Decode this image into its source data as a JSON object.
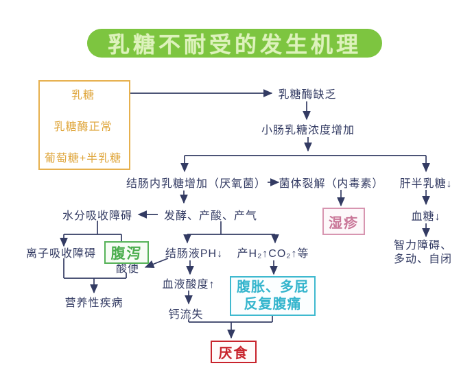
{
  "title": "乳糖不耐受的发生机理",
  "colors": {
    "title_green": "#7dc540",
    "title_text": "#ddf2bc",
    "flow_navy": "#333b63",
    "normal_path_orange": "#e2a63e",
    "eczema_pink": "#c97698",
    "diarrhea_green": "#55b257",
    "bloating_cyan": "#3fb9cf",
    "anorexia_red": "#c8232c"
  },
  "nodes": {
    "lactose": "乳糖",
    "lactase_normal": "乳糖酶正常",
    "glucose_galactose": "葡萄糖+半乳糖",
    "lactase_deficiency": "乳糖酶缺乏",
    "small_intestine_lactose": "小肠乳糖浓度增加",
    "colon_lactose": "结肠内乳糖增加（厌氧菌）",
    "bacterial_lysis": "菌体裂解（内毒素）",
    "liver_galactose": "肝半乳糖↓",
    "eczema": "湿疹",
    "blood_sugar": "血糖↓",
    "mental_line1": "智力障碍、",
    "mental_line2": "多动、自闭",
    "fermentation": "发酵、产酸、产气",
    "water_malabsorption": "水分吸收障碍",
    "ion_malabsorption": "离子吸收障碍",
    "diarrhea": "腹泻",
    "acid_stool": "酸便",
    "colon_ph": "结肠液PH↓",
    "gas_production": "产H₂↑CO₂↑等",
    "blood_acidity": "血液酸度↑",
    "calcium_loss": "钙流失",
    "nutritional_disease": "营养性疾病",
    "bloating_line1": "腹胀、多屁",
    "bloating_line2": "反复腹痛",
    "anorexia": "厌食"
  }
}
